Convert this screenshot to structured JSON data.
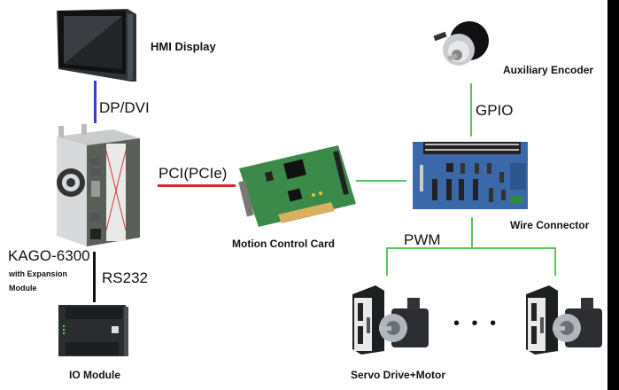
{
  "title": "Motion control system architecture",
  "colors": {
    "dp_dvi": "#3b3fbf",
    "pci": "#d42a2a",
    "green": "#5cc45c",
    "rs232": "#111111"
  },
  "devices": {
    "hmi": {
      "label": "HMI Display",
      "icon": "touch-panel-icon"
    },
    "ipc": {
      "label": "KAGO-6300",
      "sublabel_line1": "with Expansion",
      "sublabel_line2": "Module",
      "icon": "industrial-pc-icon"
    },
    "io": {
      "label": "IO Module",
      "icon": "io-module-icon"
    },
    "card": {
      "label": "Motion Control Card",
      "icon": "pci-card-icon"
    },
    "encoder": {
      "label": "Auxiliary Encoder",
      "icon": "rotary-encoder-icon"
    },
    "wire": {
      "label": "Wire Connector",
      "icon": "terminal-board-icon"
    },
    "servo": {
      "label": "Servo Drive+Motor",
      "icon": "servo-drive-motor-icon"
    }
  },
  "connections": {
    "dp_dvi": "DP/DVI",
    "pci": "PCI(PCIe)",
    "rs232": "RS232",
    "gpio": "GPIO",
    "pwm": "PWM"
  },
  "ellipsis": "• • •"
}
